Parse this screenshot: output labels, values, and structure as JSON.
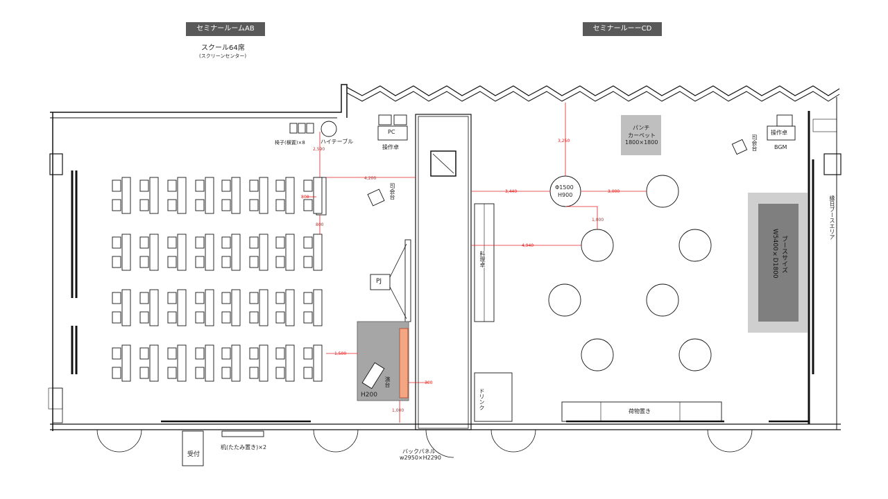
{
  "rooms": {
    "ab": {
      "name": "セミナールームAB",
      "layout": "スクール64席",
      "note": "(スクリーンセンター)"
    },
    "cd": {
      "name": "セミナールーーCD"
    }
  },
  "labels": {
    "chairs_side": "椅子(横置)×8",
    "high_table": "ハイテーブル",
    "pc": "PC",
    "console_ab": "操作卓",
    "mc_stand_ab": "司会台",
    "projector": "PJ",
    "stage_height": "H200",
    "podium": "演台",
    "back_panel": "バックパネル",
    "back_panel_size": "w2950×H2290",
    "reception": "受付",
    "folding_desks": "机(たたみ置き)×2",
    "punch_carpet": "パンチ",
    "punch_carpet2": "カーペット",
    "punch_carpet_size": "1800×1800",
    "round_table_size": "Φ1500",
    "round_table_height": "H900",
    "food_table": "料理卓",
    "drink": "ドリンク",
    "luggage": "荷物置き",
    "console_cd": "操作卓",
    "bgm": "BGM",
    "mc_stand_cd": "司会台",
    "booth_area": "縁日ブースエリア",
    "booth_size": "ブースサイズ",
    "booth_dims": "W5400×D1800"
  },
  "dimensions": {
    "d2590": "2,590",
    "d4200": "4,200",
    "d800a": "800",
    "d800b": "800",
    "d1500": "1,500",
    "d300": "300",
    "d1000ab": "1,000",
    "d3250": "3,250",
    "d3440": "3,440",
    "d3000": "3,000",
    "d1000cd": "1,000",
    "d4940": "4,940"
  },
  "colors": {
    "dimension_line": "#e02020",
    "stage_fill": "#a6a6a6",
    "backpanel_fill": "#f4a582",
    "booth_outer": "#cfcfcf",
    "booth_inner": "#7f7f7f",
    "carpet_fill": "#bfbfbf",
    "tag_fill": "#595959"
  }
}
